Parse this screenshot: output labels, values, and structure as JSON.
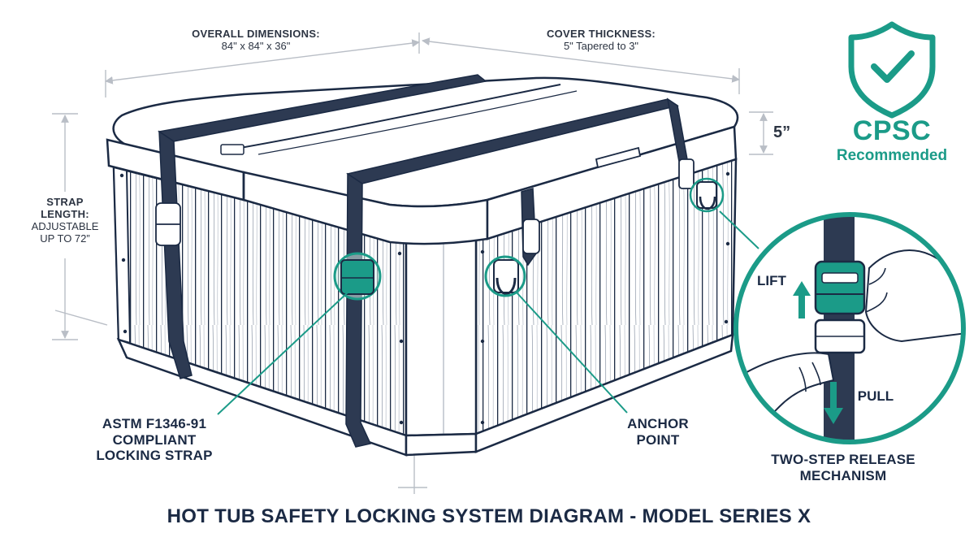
{
  "dimensions": {
    "overall_label": "OVERALL DIMENSIONS:",
    "overall_value": "84\" x 84\" x 36\"",
    "thickness_label": "COVER THICKNESS:",
    "thickness_value": "5\" Tapered to 3\"",
    "thickness_marker": "5”",
    "strap_label_1": "STRAP",
    "strap_label_2": "LENGTH:",
    "strap_value_1": "ADJUSTABLE",
    "strap_value_2": "UP TO 72”"
  },
  "badge": {
    "title": "CPSC",
    "subtitle": "Recommended",
    "icon": "shield-check-icon"
  },
  "callouts": {
    "strap_lines": [
      "ASTM F1346-91",
      "COMPLIANT",
      "LOCKING STRAP"
    ],
    "anchor_lines": [
      "ANCHOR",
      "POINT"
    ],
    "lift": "LIFT",
    "pull": "PULL",
    "release_lines": [
      "TWO-STEP RELEASE",
      "MECHANISM"
    ]
  },
  "title": "HOT TUB SAFETY LOCKING SYSTEM DIAGRAM - MODEL SERIES X",
  "colors": {
    "navy": "#1b2a44",
    "teal": "#1b9b88",
    "teal_light": "#cfeee8",
    "dimension_gray": "#b9bec6",
    "strap": "#2d3a52"
  }
}
